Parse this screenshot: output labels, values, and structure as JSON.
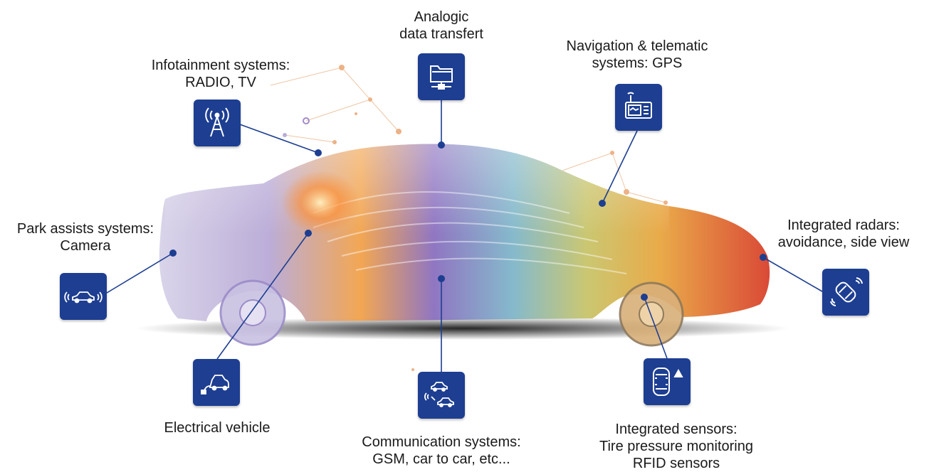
{
  "labels": {
    "analogic": [
      "Analogic",
      "data transfert"
    ],
    "infotainment": [
      "Infotainment systems:",
      "RADIO, TV"
    ],
    "navigation": [
      "Navigation & telematic",
      "systems: GPS"
    ],
    "park": [
      "Park assists systems:",
      "Camera"
    ],
    "radars": [
      "Integrated radars:",
      "avoidance, side view"
    ],
    "electrical": [
      "Electrical vehicle"
    ],
    "communication": [
      "Communication systems:",
      "GSM, car to car, etc..."
    ],
    "sensors": [
      "Integrated sensors:",
      "Tire pressure monitoring",
      "RFID sensors"
    ]
  },
  "colors": {
    "tile": "#1d3e91",
    "connector": "#1d3e91",
    "dot": "#1d3e91"
  },
  "icons": {
    "analogic": "folder-network-icon",
    "infotainment": "radio-tower-icon",
    "navigation": "gps-device-icon",
    "park": "car-sensor-waves-icon",
    "radars": "car-radar-icon",
    "electrical": "electric-car-plug-icon",
    "communication": "car-to-car-icon",
    "sensors": "car-topview-warning-icon"
  }
}
